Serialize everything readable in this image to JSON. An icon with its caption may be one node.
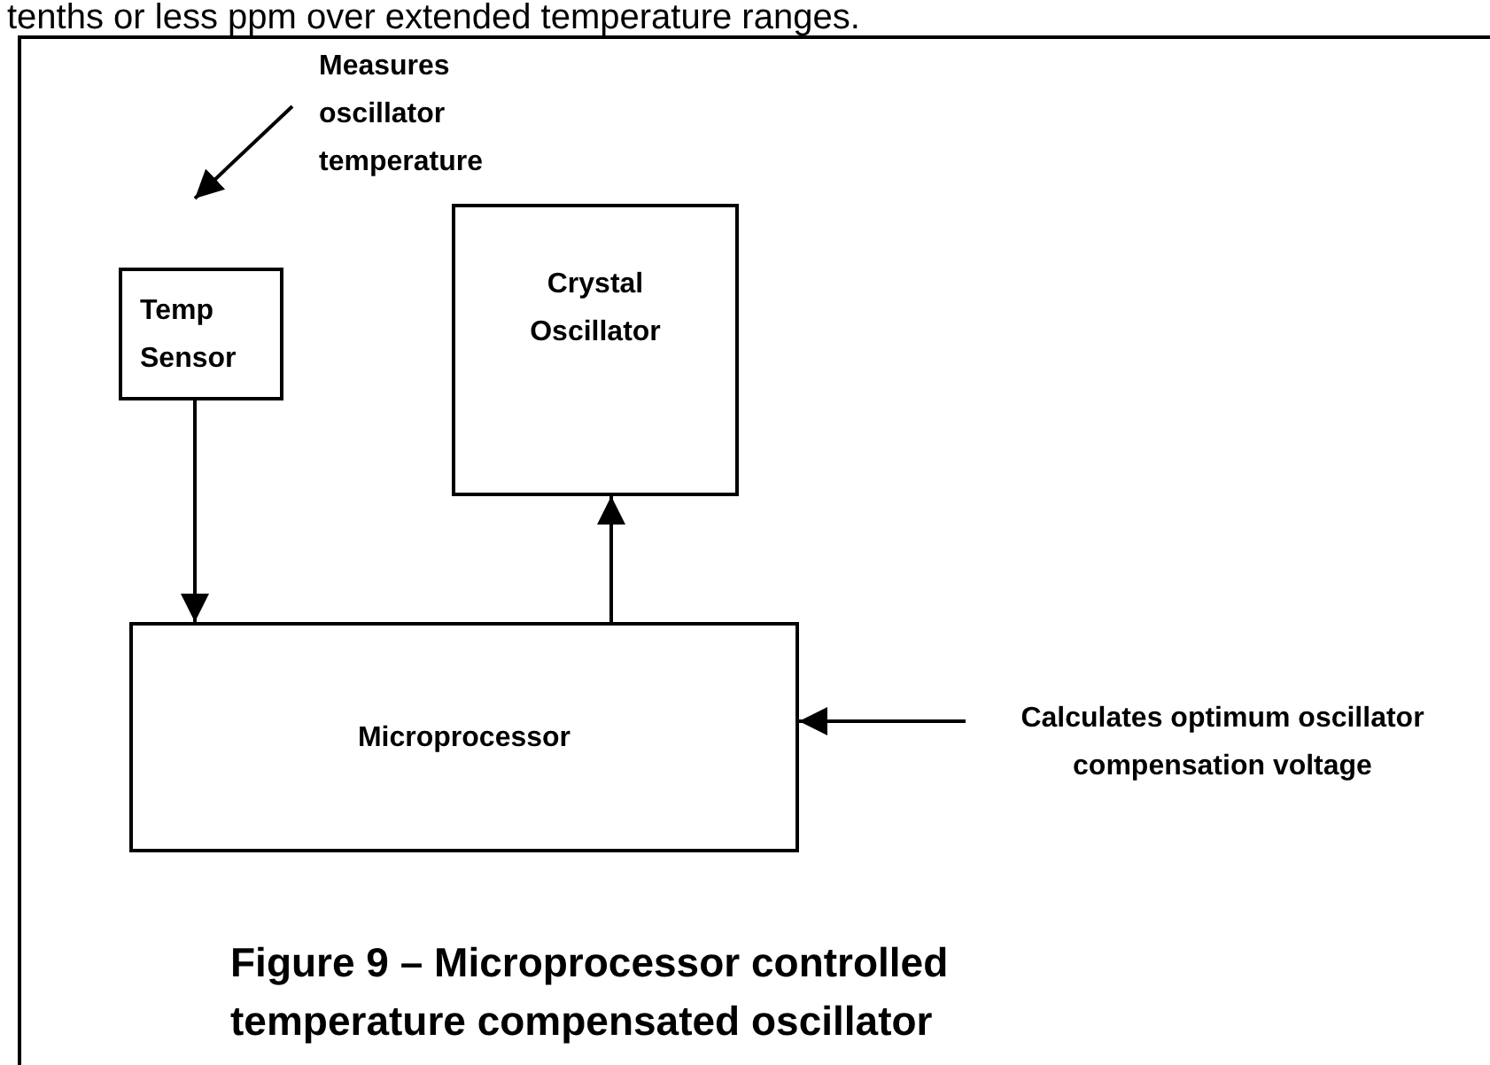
{
  "diagram": {
    "caption": "Figure 9 – Microprocessor controlled temperature compensated oscillator",
    "nodes": [
      {
        "text": [
          "Measures oscillator temperature"
        ]
      },
      {
        "text": [
          "Temp Sensor"
        ]
      },
      {
        "text": [
          "Crystal Oscillator"
        ]
      },
      {
        "text": [
          "Microprocessor"
        ]
      },
      {
        "text": [
          "Calculates optimum oscillator compensation voltage"
        ]
      }
    ],
    "edges": [
      {
        "from": 0,
        "to": null,
        "arrow": "to"
      },
      {
        "from": 1,
        "to": 3,
        "arrow": "to"
      },
      {
        "from": 3,
        "to": 2,
        "arrow": "to"
      },
      {
        "from": 4,
        "to": 3,
        "arrow": "to"
      }
    ],
    "labels": [
      "tenths or less ppm over extended temperature ranges."
    ]
  }
}
